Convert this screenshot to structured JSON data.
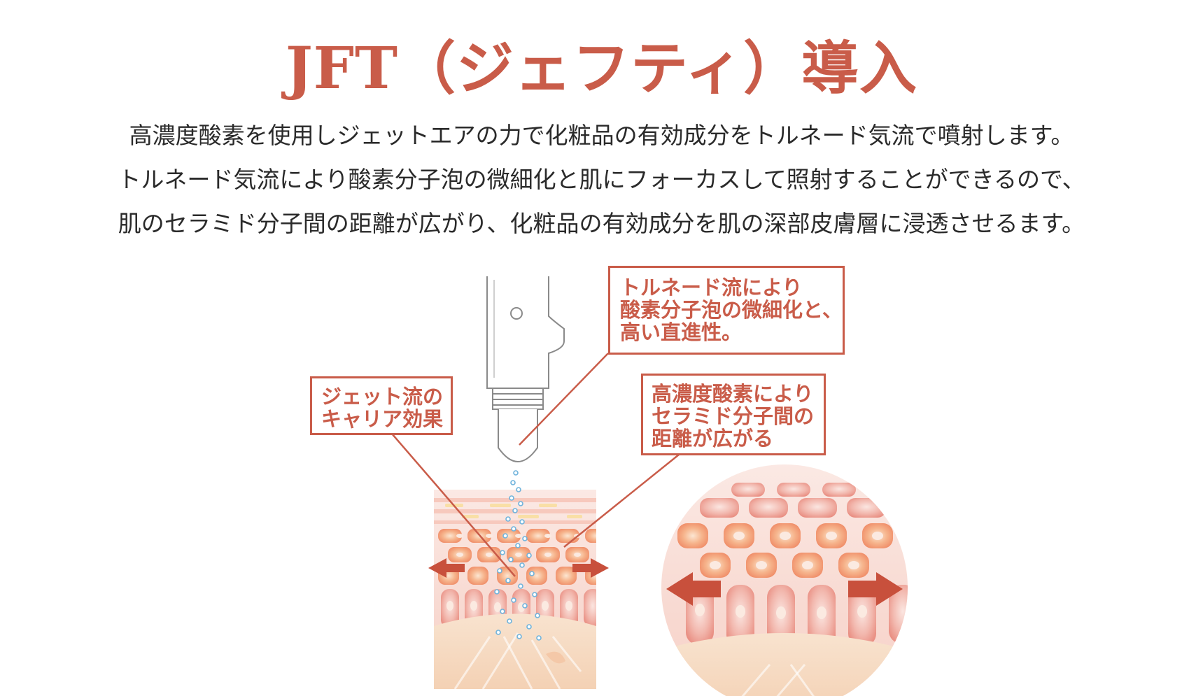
{
  "title": "JFT（ジェフティ）導入",
  "description": [
    "高濃度酸素を使用しジェットエアの力で化粧品の有効成分をトルネード気流で噴射します。",
    "トルネード気流により酸素分子泡の微細化と肌にフォーカスして照射することができるので、",
    "肌のセラミド分子間の距離が広がり、化粧品の有効成分を肌の深部皮膚層に浸透させるます。"
  ],
  "callouts": {
    "tornado": [
      "トルネード流により",
      "酸素分子泡の微細化と、",
      "高い直進性。"
    ],
    "jet": [
      "ジェット流の",
      "キャリア効果"
    ],
    "oxygen": [
      "高濃度酸素により",
      "セラミド分子間の",
      "距離が広がる"
    ]
  },
  "colors": {
    "accent": "#c95c49",
    "text": "#2a2a2a",
    "skin_light": "#fbe3dc",
    "skin_mid": "#f4bcae",
    "cell_orange": "#f2a57a",
    "dermis": "#f7dcc2",
    "bubble": "#8ec9ea"
  },
  "icons": [
    "applicator-nozzle-icon",
    "double-arrow-icon",
    "spray-bubbles-icon"
  ]
}
